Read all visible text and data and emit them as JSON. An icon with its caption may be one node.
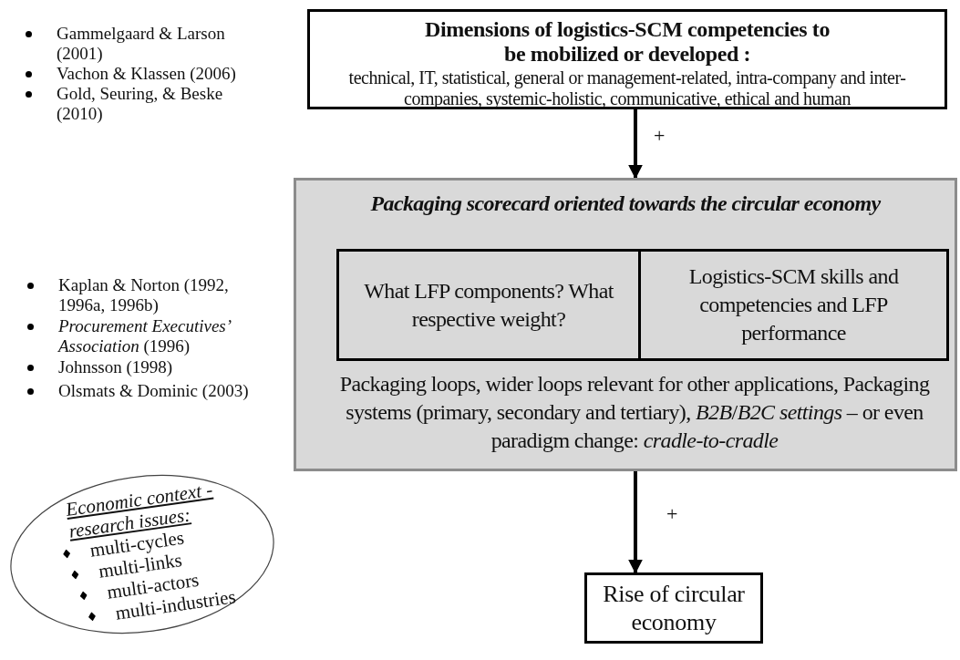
{
  "diagram": {
    "nodes": [
      {
        "text": [
          "Dimensions of logistics-SCM competencies to be mobilized or developed :",
          "technical, IT, statistical, general or management-related, intra-company and inter-companies, systemic-holistic, communicative, ethical and human"
        ]
      },
      {
        "text": [
          "Packaging scorecard oriented towards the circular economy",
          "Packaging loops, wider loops relevant for other applications, Packaging systems (primary, secondary and tertiary), *B2B*/*B2C settings* – or even paradigm change: *cradle-to-cradle*"
        ]
      },
      {
        "text": [
          "What LFP components? What respective weight?"
        ],
        "in": 1
      },
      {
        "text": [
          "Logistics-SCM skills and competencies and LFP performance"
        ],
        "in": 1
      },
      {
        "text": [
          "Rise of circular economy"
        ]
      },
      {
        "text": [
          "Economic context - research issues:",
          "multi-cycles",
          "multi-links",
          "multi-actors",
          "multi-industries"
        ]
      }
    ],
    "edges": [
      {
        "from": 0,
        "to": 1,
        "arrow": "to",
        "label": "+"
      },
      {
        "from": 1,
        "to": 4,
        "arrow": "to",
        "label": "+"
      }
    ],
    "labels": [
      "Gammelgaard & Larson (2001)",
      "Vachon & Klassen (2006)",
      "Gold, Seuring, & Beske (2010)",
      "Kaplan & Norton (1992, 1996a, 1996b)",
      "*Procurement Executives’ Association* (1996)",
      "Johnsson (1998)",
      "Olsmats & Dominic (2003)"
    ]
  }
}
